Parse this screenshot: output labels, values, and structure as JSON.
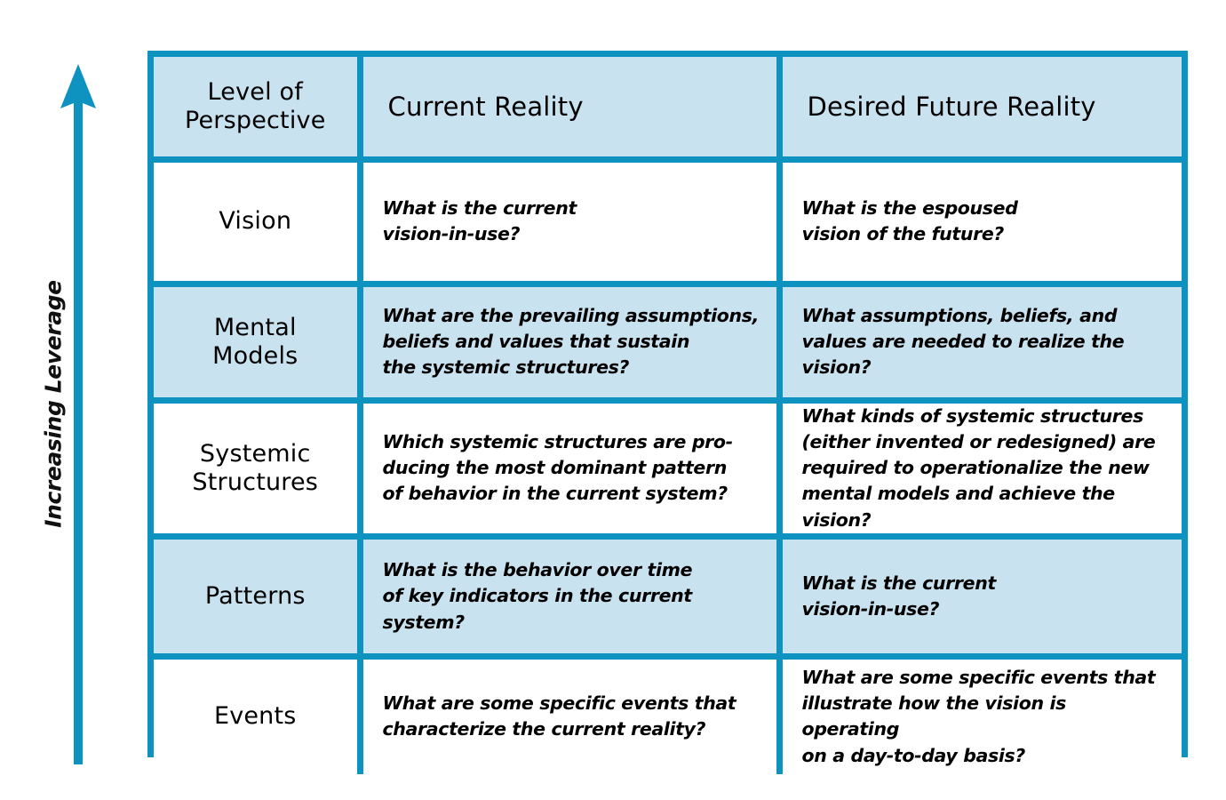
{
  "axis": {
    "label": "Increasing Leverage",
    "direction": "up",
    "arrow_color": "#0e92c0"
  },
  "colors": {
    "border": "#0e92c0",
    "shaded_cell": "#c9e2ef",
    "plain_cell": "#ffffff",
    "text": "#000000"
  },
  "matrix": {
    "headers": {
      "level": "Level of\nPerspective",
      "current": "Current Reality",
      "future": "Desired Future Reality"
    },
    "rows": [
      {
        "level": "Vision",
        "shaded": false,
        "current": "What is the current\nvision-in-use?",
        "future": "What is the espoused\nvision of the future?"
      },
      {
        "level": "Mental\nModels",
        "shaded": true,
        "current": "What are the prevailing assumptions,\nbeliefs and values that sustain\nthe systemic structures?",
        "future": "What assumptions, beliefs, and\nvalues are needed to realize the\nvision?"
      },
      {
        "level": "Systemic\nStructures",
        "shaded": false,
        "current": "Which systemic structures are pro-\nducing the most dominant pattern\nof behavior in the current system?",
        "future": "What kinds of systemic structures\n(either invented or redesigned) are\nrequired to operationalize the new\nmental models and achieve the vision?"
      },
      {
        "level": "Patterns",
        "shaded": true,
        "current": "What is the behavior over time\nof key indicators in the current\nsystem?",
        "future": "What is the current\nvision-in-use?"
      },
      {
        "level": "Events",
        "shaded": false,
        "current": "What are some specific events that\ncharacterize the current reality?",
        "future": "What are some specific events that\nillustrate how the vision is operating\non a day-to-day basis?"
      }
    ]
  }
}
